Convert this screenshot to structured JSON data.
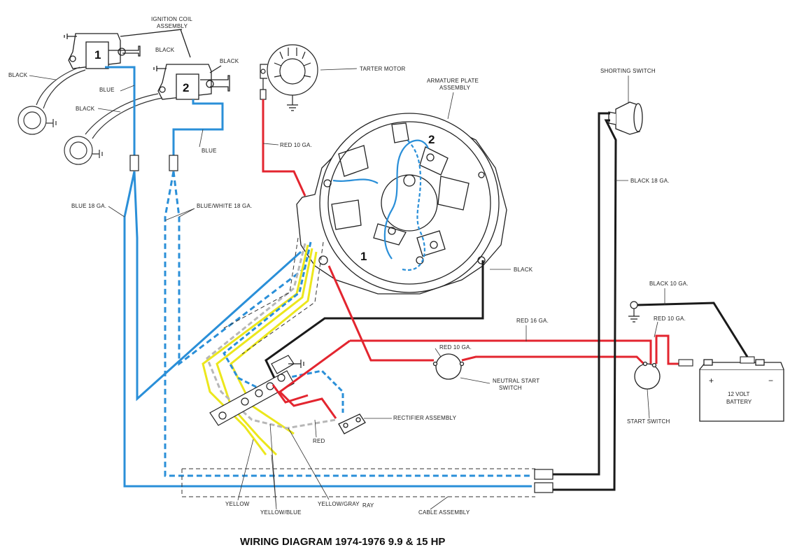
{
  "title": "WIRING DIAGRAM 1974-1976 9.9 & 15 HP",
  "colors": {
    "blue": "#2a8fd8",
    "red": "#e3252f",
    "yellow": "#ece71c",
    "black": "#1a1a1a",
    "gray": "#b7b7b7"
  },
  "labels": {
    "ignition_coil": [
      "IGNITION COIL",
      "ASSEMBLY"
    ],
    "black_coil1": "BLACK",
    "black_coil2": "BLACK",
    "black_left_top": "BLACK",
    "black_left_mid": "BLACK",
    "blue_top": "BLUE",
    "blue_mid": "BLUE",
    "blue_18": "BLUE 18 GA.",
    "blue_white_18": "BLUE/WHITE 18 GA.",
    "starter_motor": "TARTER MOTOR",
    "red_10_top": "RED 10 GA.",
    "armature_plate": [
      "ARMATURE PLATE",
      "ASSEMBLY"
    ],
    "shorting_switch": "SHORTING SWITCH",
    "black_18": "BLACK 18 GA.",
    "black_armature": "BLACK",
    "black_10": "BLACK 10 GA.",
    "red_16": "RED 16 GA.",
    "red_10_battery": "RED 10 GA.",
    "red_10_neutral": "RED 10 GA.",
    "neutral_start": [
      "NEUTRAL START",
      "SWITCH"
    ],
    "start_switch": "START SWITCH",
    "battery": [
      "12 VOLT",
      "BATTERY"
    ],
    "battery_plus": "+",
    "battery_minus": "−",
    "rectifier": "RECTIFIER ASSEMBLY",
    "red_rectifier": "RED",
    "yellow": "YELLOW",
    "yellow_blue": "YELLOW/BLUE",
    "yellow_gray": "YELLOW/GRAY",
    "yellow_gray_tail": "RAY",
    "cable_assembly": "CABLE ASSEMBLY",
    "coil1_number": "1",
    "coil2_number": "2",
    "armature_1": "1",
    "armature_2": "2"
  }
}
